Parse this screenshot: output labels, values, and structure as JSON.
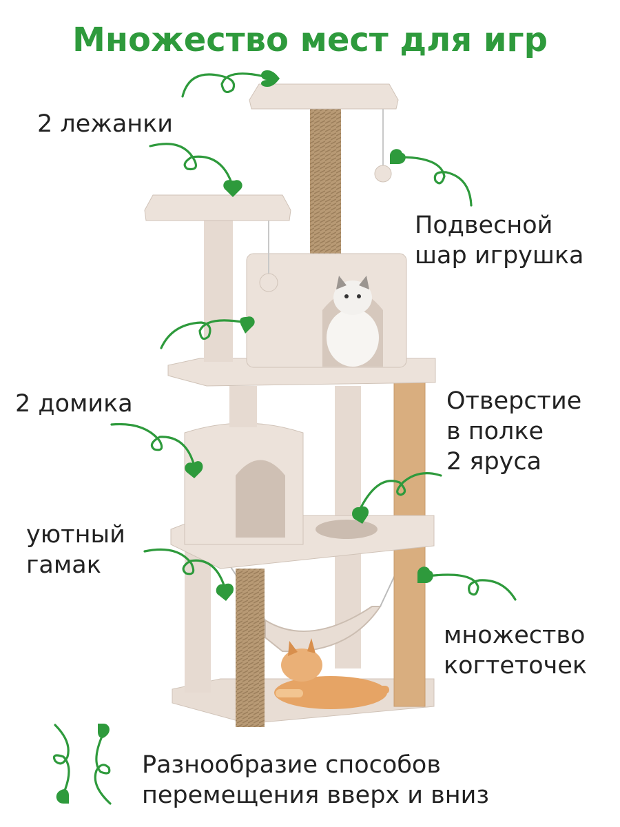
{
  "title": "Множество мест для игр",
  "labels": {
    "beds": "2 лежанки",
    "ball_line1": "Подвесной",
    "ball_line2": "шар игрушка",
    "houses": "2 домика",
    "hole_line1": "Отверстие",
    "hole_line2": "в полке",
    "hole_line3": "2 яруса",
    "hammock_line1": "уютный",
    "hammock_line2": "гамак",
    "scratch_line1": "множество",
    "scratch_line2": "когтеточек",
    "ways_line1": "Разнообразие способов",
    "ways_line2": "перемещения вверх и вниз"
  },
  "colors": {
    "accent": "#2e9a3c",
    "plush": "#ece2da",
    "plush_shade": "#d8cbc1",
    "sisal": "#b89a75",
    "jute_post": "#d9ae7f",
    "text": "#222222"
  },
  "icons": [
    "curly-arrow-icon",
    "heart-arrowhead-icon",
    "hanging-ball-icon"
  ]
}
